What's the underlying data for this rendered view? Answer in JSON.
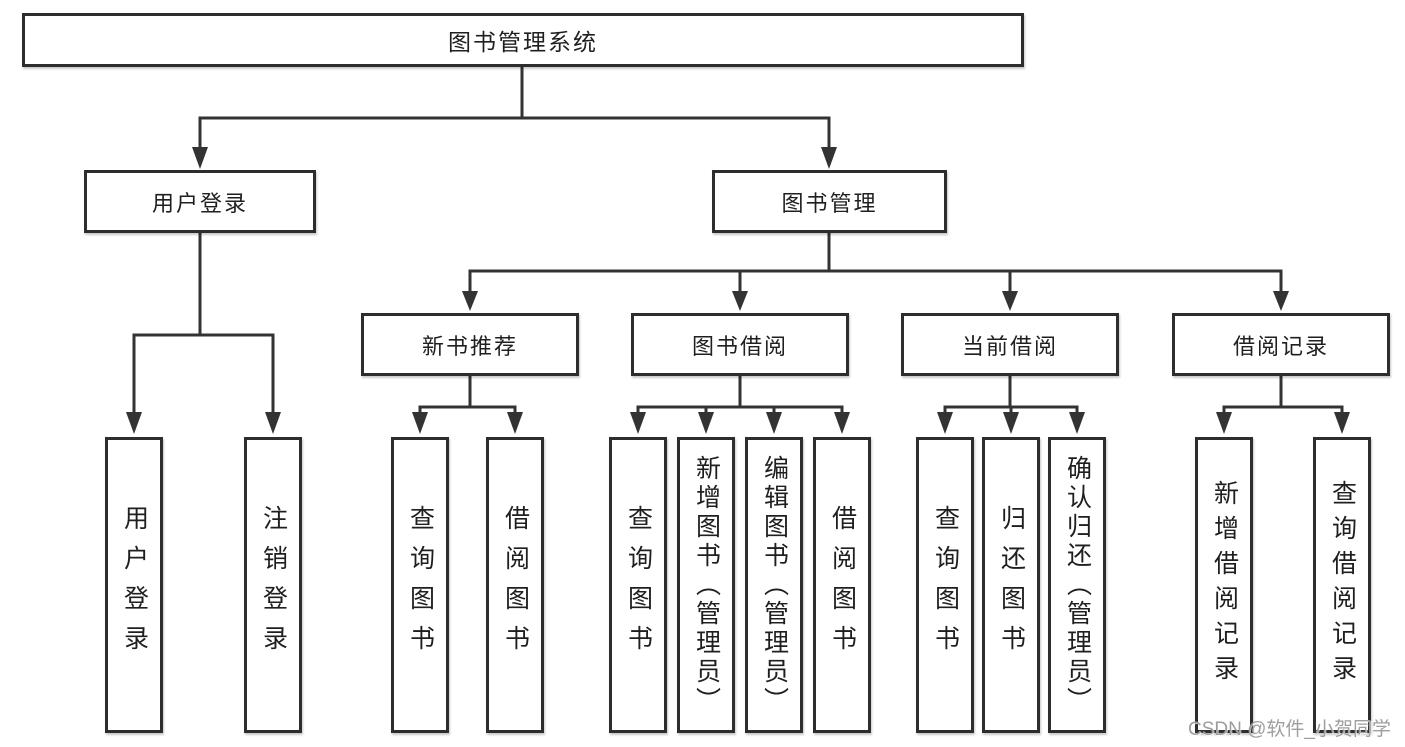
{
  "tree": {
    "root": "图书管理系统",
    "branches": [
      {
        "label": "用户登录",
        "children": [
          "用户登录",
          "注销登录"
        ]
      },
      {
        "label": "图书管理",
        "sections": [
          {
            "label": "新书推荐",
            "children": [
              "查询图书",
              "借阅图书"
            ]
          },
          {
            "label": "图书借阅",
            "children": [
              "查询图书",
              "新增图书（管理员）",
              "编辑图书（管理员）",
              "借阅图书"
            ]
          },
          {
            "label": "当前借阅",
            "children": [
              "查询图书",
              "归还图书",
              "确认归还（管理员）"
            ]
          },
          {
            "label": "借阅记录",
            "children": [
              "新增借阅记录",
              "查询借阅记录"
            ]
          }
        ]
      }
    ]
  },
  "watermark": "CSDN @软件_小贺同学",
  "colors": {
    "line": "#333333",
    "box_border": "#2d2d2d",
    "box_fill": "#ffffff",
    "text": "#1f1f1f",
    "watermark": "#9e9e9e",
    "background": "#ffffff"
  }
}
